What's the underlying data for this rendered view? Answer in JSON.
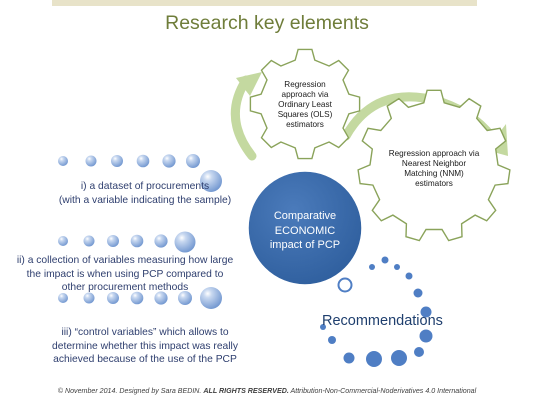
{
  "title": "Research key elements",
  "items": [
    {
      "lines": [
        "i)      a dataset of procurements",
        "(with a variable indicating the sample)"
      ]
    },
    {
      "lines": [
        "ii) a collection of variables measuring how large",
        "the impact is when using PCP compared to",
        "other procurement methods"
      ]
    },
    {
      "lines": [
        "iii) “control variables” which allows to",
        "determine whether this impact was really",
        "achieved because of the use of the PCP"
      ]
    }
  ],
  "gears": [
    {
      "name": "ols",
      "lines": [
        "Regression",
        "approach via",
        "Ordinary Least",
        "Squares (OLS)",
        "estimators"
      ]
    },
    {
      "name": "nnm",
      "lines": [
        "Regression approach via",
        "Nearest Neighbor",
        "Matching (NNM)",
        "estimators"
      ]
    }
  ],
  "center": {
    "lines": [
      "Comparative",
      "ECONOMIC",
      "impact of PCP"
    ]
  },
  "recommendations": "Recommendations",
  "footer": {
    "part1": "© November 2014. Designed by Sara BEDIN. ",
    "part2": "ALL RIGHTS RESERVED.",
    "part3": " Attribution-Non-Commercial-Noderivatives  4.0 International"
  },
  "colors": {
    "title": "#6f7d3a",
    "text_blue": "#2e3e6e",
    "center_circle": "#3f6fae",
    "dots": "#4f7ec4",
    "arrows": "#c4d9a0",
    "gear_outline": "#8aa35a"
  }
}
